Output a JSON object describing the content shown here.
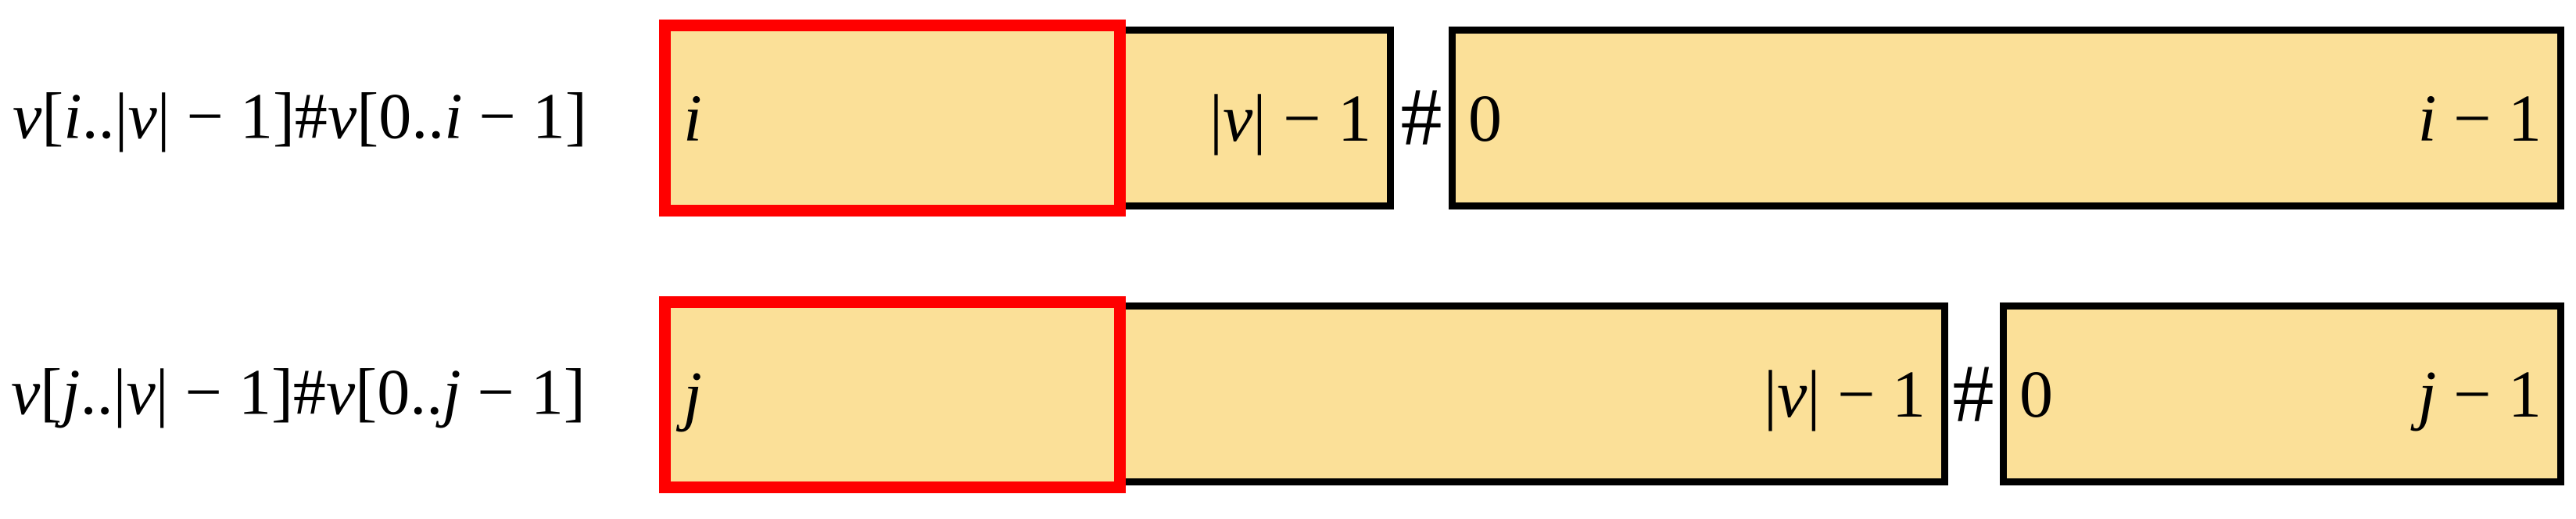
{
  "colors": {
    "box_fill": "#FBE098",
    "highlight_border": "#FF0000",
    "box_border": "#000000"
  },
  "rows": [
    {
      "formula": [
        [
          "it",
          "v"
        ],
        [
          "up",
          "["
        ],
        [
          "it",
          "i"
        ],
        [
          "up",
          "..|"
        ],
        [
          "it",
          "v"
        ],
        [
          "up",
          "| − 1]#"
        ],
        [
          "it",
          "v"
        ],
        [
          "up",
          "[0.."
        ],
        [
          "it",
          "i"
        ],
        [
          "up",
          " − 1]"
        ]
      ],
      "segment1": {
        "start": [
          [
            "it",
            "i"
          ]
        ],
        "end": [
          [
            "up",
            "|"
          ],
          [
            "it",
            "v"
          ],
          [
            "up",
            "| − 1"
          ]
        ]
      },
      "separator": "#",
      "segment2": {
        "start": [
          [
            "up",
            "0"
          ]
        ],
        "end": [
          [
            "it",
            "i"
          ],
          [
            "up",
            " − 1"
          ]
        ]
      }
    },
    {
      "formula": [
        [
          "it",
          "v"
        ],
        [
          "up",
          "["
        ],
        [
          "it",
          "j"
        ],
        [
          "up",
          "..|"
        ],
        [
          "it",
          "v"
        ],
        [
          "up",
          "| − 1]#"
        ],
        [
          "it",
          "v"
        ],
        [
          "up",
          "[0.."
        ],
        [
          "it",
          "j"
        ],
        [
          "up",
          " − 1]"
        ]
      ],
      "segment1": {
        "start": [
          [
            "it",
            "j"
          ]
        ],
        "end": [
          [
            "up",
            "|"
          ],
          [
            "it",
            "v"
          ],
          [
            "up",
            "| − 1"
          ]
        ]
      },
      "separator": "#",
      "segment2": {
        "start": [
          [
            "up",
            "0"
          ]
        ],
        "end": [
          [
            "it",
            "j"
          ],
          [
            "up",
            " − 1"
          ]
        ]
      }
    }
  ]
}
